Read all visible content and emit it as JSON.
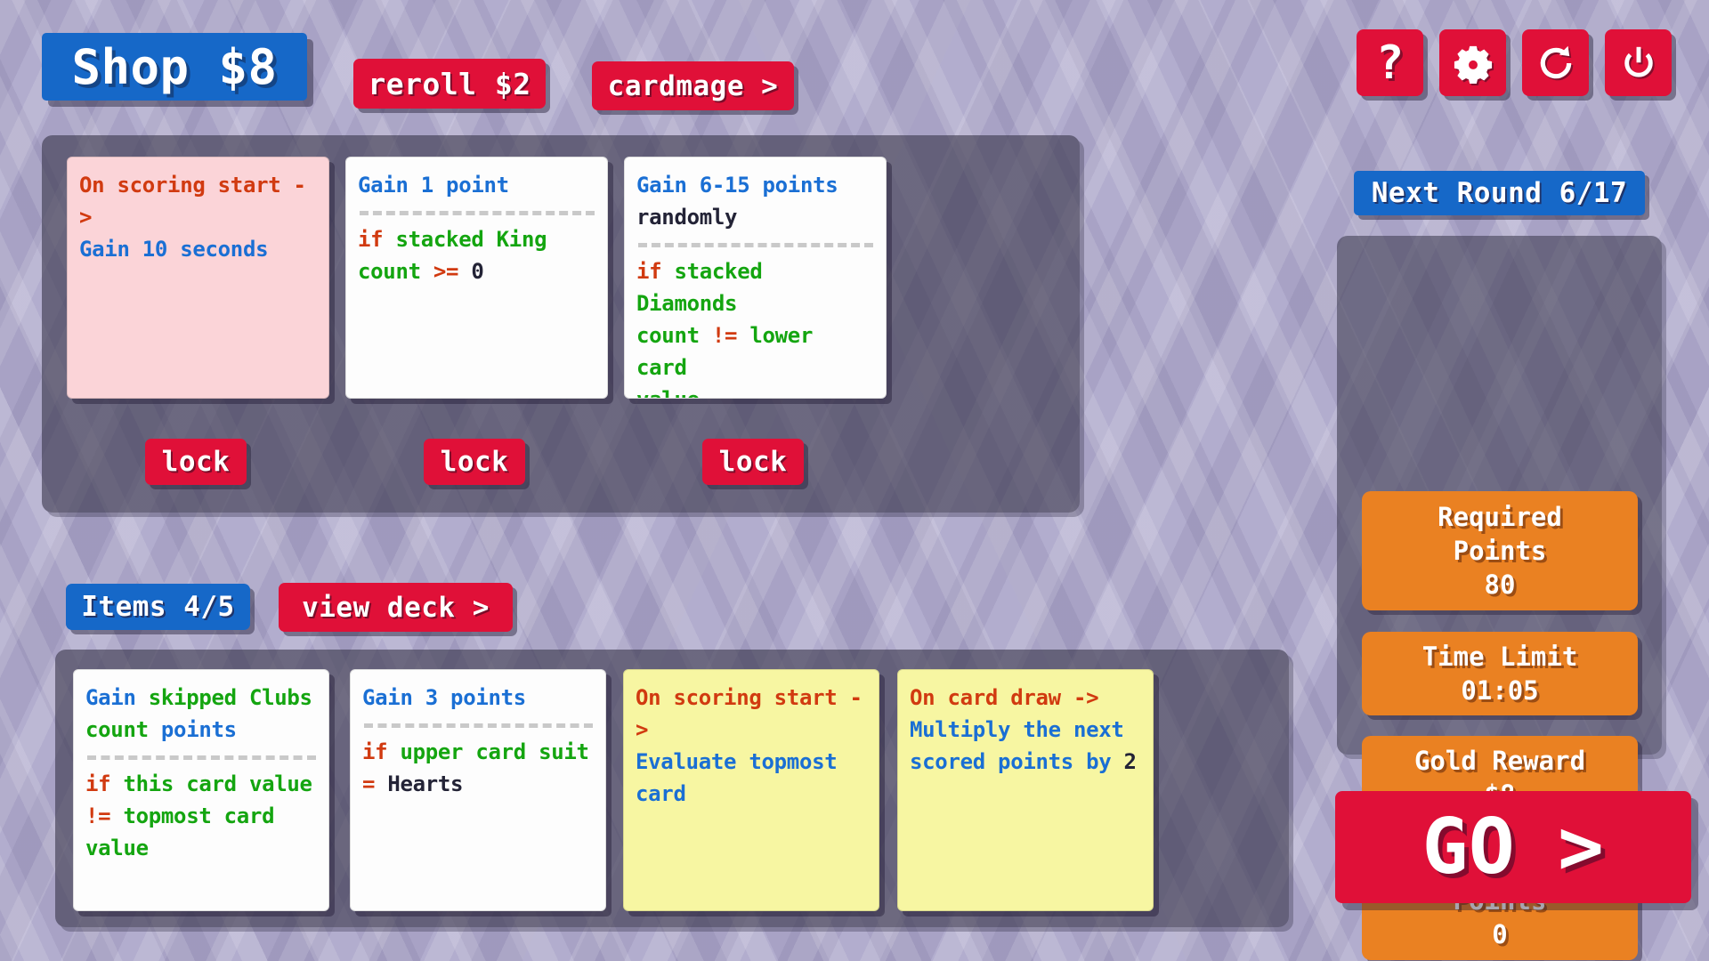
{
  "topbar": {
    "shop_label": "Shop $8",
    "reroll_label": "reroll $2",
    "cardmage_label": "cardmage >"
  },
  "icon_buttons": [
    {
      "name": "help-icon",
      "glyph": "?"
    },
    {
      "name": "settings-gear-icon",
      "glyph": "gear"
    },
    {
      "name": "restart-icon",
      "glyph": "refresh"
    },
    {
      "name": "quit-power-icon",
      "glyph": "power"
    }
  ],
  "shop": {
    "cards": [
      {
        "style": "pink",
        "lines": [
          [
            {
              "text": "On scoring start ->",
              "color": "red"
            }
          ],
          [
            {
              "text": "Gain 10 seconds",
              "color": "blue"
            }
          ]
        ],
        "divider": false
      },
      {
        "style": "white",
        "lines": [
          [
            {
              "text": "Gain 1 point",
              "color": "blue"
            }
          ]
        ],
        "divider": true,
        "cond": [
          [
            {
              "text": "if ",
              "color": "red"
            },
            {
              "text": "stacked King",
              "color": "green"
            }
          ],
          [
            {
              "text": "count ",
              "color": "green"
            },
            {
              "text": ">= ",
              "color": "red"
            },
            {
              "text": "0",
              "color": "dark"
            }
          ]
        ]
      },
      {
        "style": "white",
        "lines": [
          [
            {
              "text": "Gain 6-15 points",
              "color": "blue"
            }
          ],
          [
            {
              "text": "randomly",
              "color": "dark"
            }
          ]
        ],
        "divider": true,
        "cond": [
          [
            {
              "text": "if ",
              "color": "red"
            },
            {
              "text": "stacked Diamonds",
              "color": "green"
            }
          ],
          [
            {
              "text": "count ",
              "color": "green"
            },
            {
              "text": "!= ",
              "color": "red"
            },
            {
              "text": "lower card",
              "color": "green"
            }
          ],
          [
            {
              "text": "value",
              "color": "green"
            }
          ]
        ]
      }
    ],
    "lock_label": "lock",
    "empty_slots": 1
  },
  "items": {
    "badge_label": "Items 4/5",
    "view_deck_label": "view deck >",
    "cards": [
      {
        "style": "white",
        "lines": [
          [
            {
              "text": "Gain ",
              "color": "blue"
            },
            {
              "text": "skipped Clubs",
              "color": "green"
            }
          ],
          [
            {
              "text": "count ",
              "color": "green"
            },
            {
              "text": "points",
              "color": "blue"
            }
          ]
        ],
        "divider": true,
        "cond": [
          [
            {
              "text": "if ",
              "color": "red"
            },
            {
              "text": "this card value",
              "color": "green"
            }
          ],
          [
            {
              "text": "!= ",
              "color": "red"
            },
            {
              "text": "topmost card",
              "color": "green"
            }
          ],
          [
            {
              "text": "value",
              "color": "green"
            }
          ]
        ]
      },
      {
        "style": "white",
        "lines": [
          [
            {
              "text": "Gain 3 points",
              "color": "blue"
            }
          ]
        ],
        "divider": true,
        "cond": [
          [
            {
              "text": "if ",
              "color": "red"
            },
            {
              "text": "upper card suit",
              "color": "green"
            }
          ],
          [
            {
              "text": "= ",
              "color": "red"
            },
            {
              "text": "Hearts",
              "color": "dark"
            }
          ]
        ]
      },
      {
        "style": "yellow",
        "lines": [
          [
            {
              "text": "On scoring start ->",
              "color": "red"
            }
          ],
          [
            {
              "text": "Evaluate topmost",
              "color": "blue"
            }
          ],
          [
            {
              "text": "card",
              "color": "blue"
            }
          ]
        ],
        "divider": false
      },
      {
        "style": "yellow",
        "lines": [
          [
            {
              "text": "On card draw ->",
              "color": "red"
            }
          ],
          [
            {
              "text": "Multiply the next",
              "color": "blue"
            }
          ],
          [
            {
              "text": "scored points by ",
              "color": "blue"
            },
            {
              "text": "2",
              "color": "dark"
            }
          ]
        ],
        "divider": false
      }
    ]
  },
  "sidebar": {
    "next_round_label": "Next Round 6/17",
    "stats": [
      {
        "name": "required-points",
        "label": "Required\nPoints\n80"
      },
      {
        "name": "time-limit",
        "label": "Time Limit\n01:05"
      },
      {
        "name": "gold-reward",
        "label": "Gold Reward\n$8"
      },
      {
        "name": "starting-points",
        "label": "Starting\nPoints\n0"
      }
    ],
    "go_label": "GO",
    "go_arrow": ">"
  },
  "colors": {
    "red": "#e01038",
    "blue": "#1668c8",
    "orange": "#ea8122",
    "text_blue": "#1a6fd4",
    "text_green": "#14a510",
    "text_red": "#d13a10",
    "text_dark": "#232336",
    "background": "#b2adce"
  }
}
